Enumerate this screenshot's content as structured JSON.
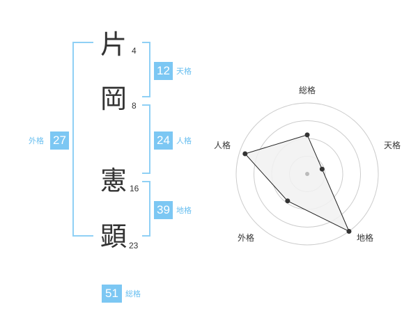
{
  "name": {
    "characters": [
      {
        "char": "片",
        "strokes": "4"
      },
      {
        "char": "岡",
        "strokes": "8"
      },
      {
        "char": "憲",
        "strokes": "16"
      },
      {
        "char": "顕",
        "strokes": "23"
      }
    ]
  },
  "fortunes": {
    "tenkaku": {
      "value": "12",
      "label": "天格"
    },
    "jinkaku": {
      "value": "24",
      "label": "人格"
    },
    "chikaku": {
      "value": "39",
      "label": "地格"
    },
    "gaikaku": {
      "value": "27",
      "label": "外格"
    },
    "soukaku": {
      "value": "51",
      "label": "総格"
    }
  },
  "chart_data": {
    "type": "radar",
    "axes": [
      "総格",
      "天格",
      "地格",
      "外格",
      "人格"
    ],
    "values": [
      0.55,
      0.22,
      1.0,
      0.47,
      0.92
    ],
    "rings": 4,
    "colors": {
      "fill": "#f1f1f1",
      "stroke": "#222222",
      "grid": "#cccccc",
      "point": "#333333",
      "center": "#bbbbbb"
    }
  }
}
